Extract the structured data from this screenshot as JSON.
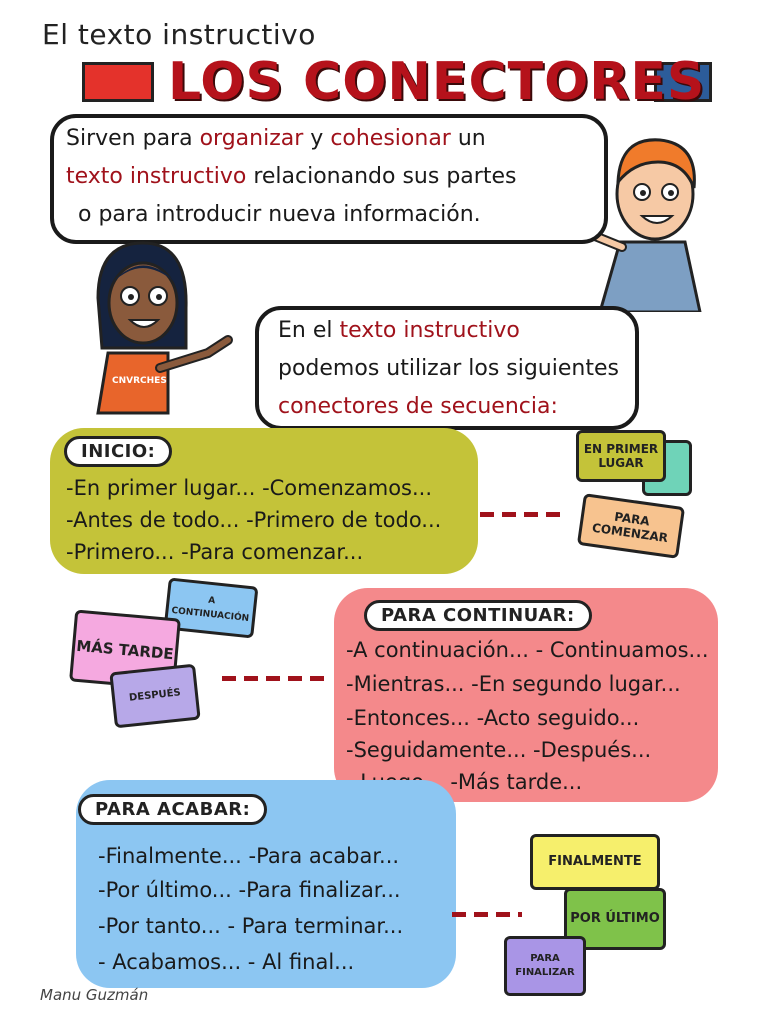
{
  "header": {
    "subtitle": "El texto instructivo",
    "title": "LOS CONECTORES"
  },
  "bubble_top": {
    "line1": {
      "a": "Sirven para ",
      "b": "organizar",
      "c": " y ",
      "d": "cohesionar",
      "e": " un"
    },
    "line2": {
      "a": "texto instructivo",
      "b": " relacionando sus partes"
    },
    "line3": "o para introducir nueva información."
  },
  "bubble_mid": {
    "line1": {
      "a": "En el ",
      "b": "texto instructivo"
    },
    "line2": "podemos utilizar los siguientes",
    "line3": "conectores de secuencia:"
  },
  "girl_shirt": "CNVRCHES",
  "sections": {
    "inicio": {
      "label": "INICIO:",
      "lines": [
        "-En primer lugar... -Comenzamos...",
        "-Antes de todo... -Primero de todo...",
        "-Primero... -Para comenzar..."
      ],
      "puzzles": [
        "EN PRIMER LUGAR",
        "PARA COMENZAR"
      ]
    },
    "continuar": {
      "label": "PARA CONTINUAR:",
      "lines": [
        "-A continuación... - Continuamos...",
        "-Mientras... -En segundo lugar...",
        "-Entonces... -Acto seguido...",
        "-Seguidamente... -Después...",
        "- Luego... -Más tarde..."
      ],
      "puzzles": [
        "A CONTINUACIÓN",
        "MÁS TARDE",
        "DESPUÉS"
      ]
    },
    "acabar": {
      "label": "PARA ACABAR:",
      "lines": [
        "-Finalmente... -Para acabar...",
        "-Por último... -Para finalizar...",
        "-Por tanto... - Para terminar...",
        "- Acabamos... - Al final..."
      ],
      "puzzles": [
        "FINALMENTE",
        "POR ÚLTIMO",
        "PARA FINALIZAR"
      ]
    }
  },
  "author": "Manu Guzmán",
  "colors": {
    "title_red": "#b5121b",
    "inicio_bg": "#c4c339",
    "continuar_bg": "#f4898b",
    "acabar_bg": "#8cc6f2"
  }
}
